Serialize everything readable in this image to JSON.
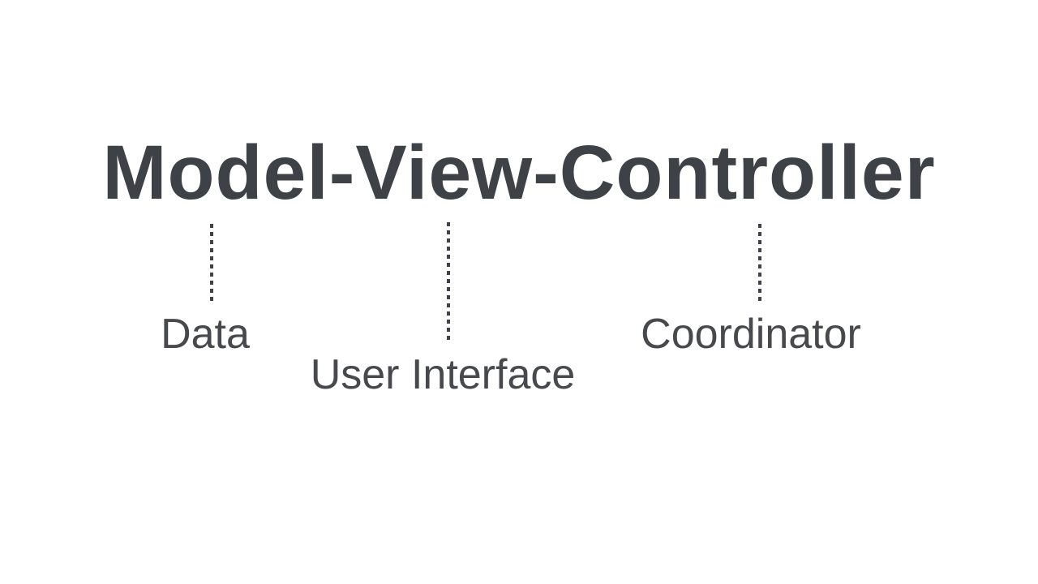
{
  "page": {
    "background_color": "#ffffff"
  },
  "diagram": {
    "title": "Model-View-Controller",
    "title_color": "#3e4247",
    "connector_color": "#3f4347",
    "label_color": "#47494d",
    "components": [
      {
        "word": "Model",
        "label": "Data"
      },
      {
        "word": "View",
        "label": "User Interface"
      },
      {
        "word": "Controller",
        "label": "Coordinator"
      }
    ]
  }
}
